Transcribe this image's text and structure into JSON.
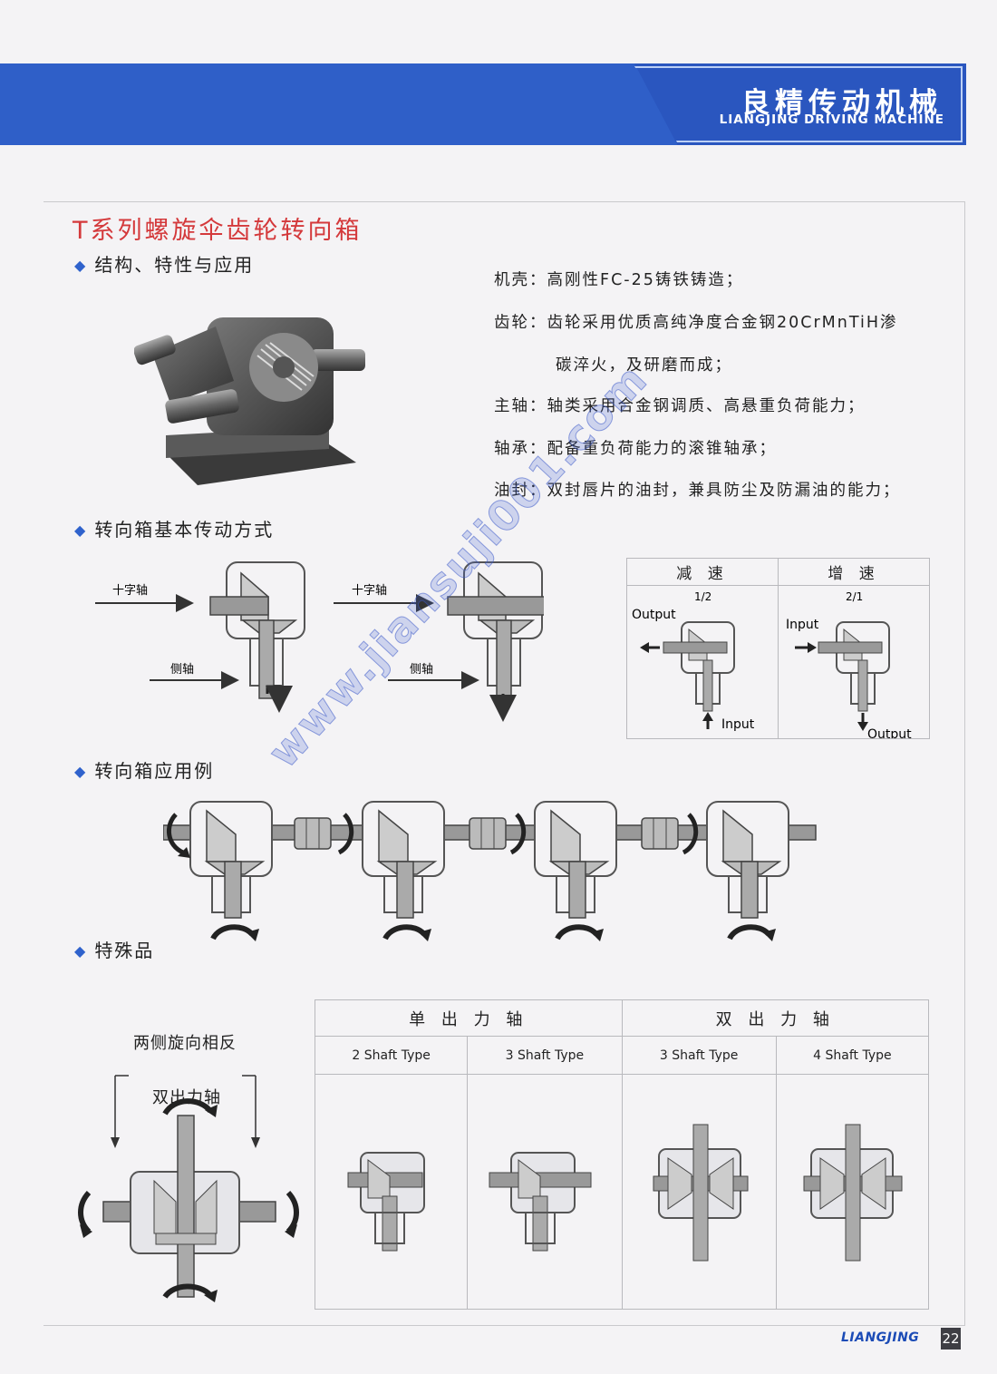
{
  "header": {
    "brand_cn": "良精传动机械",
    "brand_en": "LIANGJING DRIVING MACHINE",
    "band_color": "#2f5fc8"
  },
  "title": "T系列螺旋伞齿轮转向箱",
  "sections": {
    "structure": "结构、特性与应用",
    "transmission": "转向箱基本传动方式",
    "application": "转向箱应用例",
    "special": "特殊品"
  },
  "specs": [
    {
      "label": "机壳：",
      "text": "高刚性FC-25铸铁铸造；"
    },
    {
      "label": "齿轮：",
      "text": "齿轮采用优质高纯净度合金钢20CrMnTiH渗"
    },
    {
      "label": "",
      "text": "碳淬火，及研磨而成；"
    },
    {
      "label": "主轴：",
      "text": "轴类采用合金钢调质、高悬重负荷能力；"
    },
    {
      "label": "轴承：",
      "text": "配备重负荷能力的滚锥轴承；"
    },
    {
      "label": "油封：",
      "text": "双封唇片的油封，兼具防尘及防漏油的能力；"
    }
  ],
  "transmission": {
    "cross_shaft": "十字轴",
    "side_shaft": "侧轴",
    "reduction": {
      "title": "减 速",
      "ratio": "1/2",
      "output": "Output",
      "input": "Input"
    },
    "increase": {
      "title": "增 速",
      "ratio": "2/1",
      "input": "Input",
      "output": "Output"
    }
  },
  "special": {
    "note1": "两侧旋向相反",
    "note2": "双出力轴",
    "single_header": "单 出 力 轴",
    "double_header": "双 出 力 轴",
    "types": [
      "2  Shaft Type",
      "3  Shaft Type",
      "3  Shaft Type",
      "4  Shaft Type"
    ]
  },
  "footer": {
    "brand": "LIANGJING",
    "page": "22"
  },
  "watermark": "www.jiansuji001.com"
}
